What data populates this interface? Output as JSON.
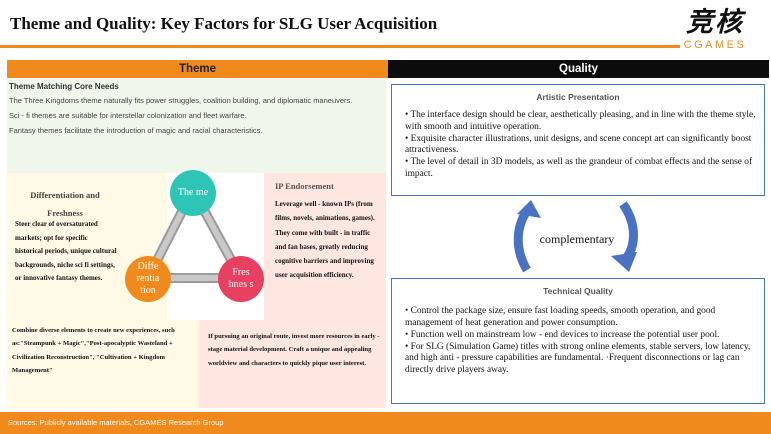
{
  "header": {
    "title": "Theme and Quality: Key Factors for SLG User Acquisition",
    "logo_cn": "竞核",
    "logo_en": "CGAMES"
  },
  "colors": {
    "orange": "#f08a1c",
    "teal": "#2ec4b6",
    "red": "#e84060",
    "blue": "#4a72c2"
  },
  "theme": {
    "heading": "Theme",
    "core_needs_title": "Theme Matching Core Needs",
    "core_needs": [
      "The Three Kingdoms theme naturally fits power struggles, coalition building, and diplomatic maneuvers.",
      "Sci - fi themes are suitable for interstellar colonization and fleet warfare.",
      "Fantasy themes facilitate the introduction of magic and racial characteristics."
    ],
    "circles": {
      "theme": "The me",
      "diff": "Diffe rentia tion",
      "fresh": "Fres hnes s"
    },
    "differentiation": {
      "title": "Differentiation and Freshness",
      "text": "Steer clear of oversaturated markets; opt for specific historical periods, unique cultural backgrounds, niche sci fi settings, or innovative fantasy themes.",
      "bottom": "Combine diverse elements to create new experiences, such as:\"Steampunk + Magic\",\"Post-apocalyptic Wasteland + Civilization Reconstruction\", \"Cultivation + Kingdom Management\""
    },
    "ip": {
      "title": "IP Endorsement",
      "text": "Leverage well - known IPs (from films, novels, animations, games). They come with built - in traffic and fan bases, greatly reducing cognitive barriers and improving user acquisition efficiency.",
      "bottom": "If pursuing an original route, invest more resources in early - stage material development. Craft a unique and appealing worldview and characters to quickly pique user interest."
    }
  },
  "quality": {
    "heading": "Quality",
    "artistic": {
      "title": "Artistic Presentation",
      "items": [
        "• The interface design should be clear, aesthetically pleasing, and in line with the theme style, with smooth and intuitive operation.",
        "• Exquisite character illustrations, unit designs, and scene concept art can significantly boost attractiveness.",
        "• The level of detail in 3D models, as well as the grandeur of combat effects and the sense of impact."
      ]
    },
    "complementary": "complementary",
    "technical": {
      "title": "Technical Quality",
      "items": [
        "• Control the package size, ensure fast loading speeds, smooth operation, and good management of heat generation and power consumption.",
        "• Function well on mainstream low - end devices to increase the potential user pool.",
        "• For SLG (Simulation Game) titles with strong online elements, stable servers, low latency, and high anti - pressure capabilities are fundamental. ·Frequent disconnections or lag can directly drive players away."
      ]
    }
  },
  "footer": {
    "source": "Sources: Publicly available materials, CGAMES Research Group"
  }
}
